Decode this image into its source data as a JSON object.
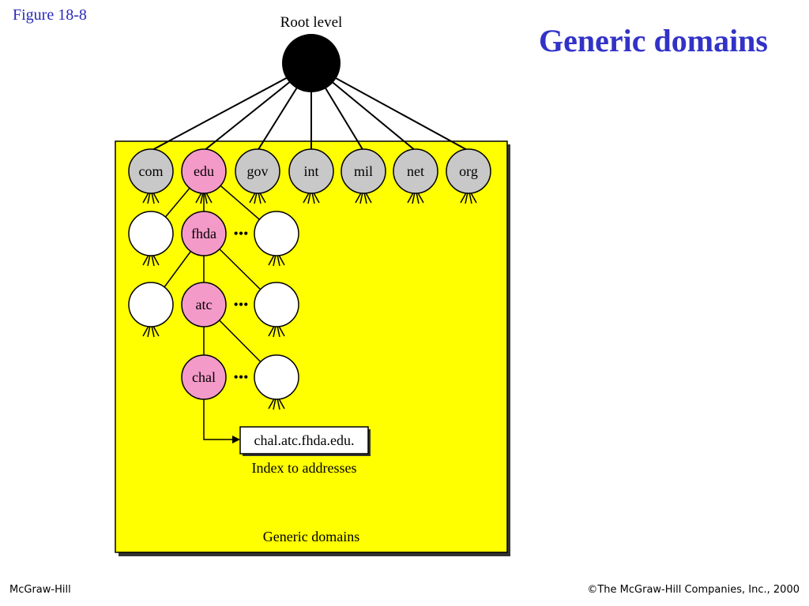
{
  "figure_label": "Figure  18-8",
  "title": "Generic domains",
  "root_label": "Root level",
  "top_level_domains": [
    "com",
    "edu",
    "gov",
    "int",
    "mil",
    "net",
    "org"
  ],
  "chain": [
    "fhda",
    "atc",
    "chal"
  ],
  "dots": "•••",
  "index_box": "chal.atc.fhda.edu.",
  "index_caption": "Index to addresses",
  "box_caption": "Generic domains",
  "colors": {
    "box_fill": "#ffff00",
    "tld_fill": "#c8c8c8",
    "highlight_fill": "#f49ac8",
    "empty_fill": "#ffffff",
    "root_fill": "#000000",
    "title_color": "#3232c8"
  },
  "footer": {
    "left": "McGraw-Hill",
    "right": "©The McGraw-Hill Companies, Inc., 2000"
  }
}
